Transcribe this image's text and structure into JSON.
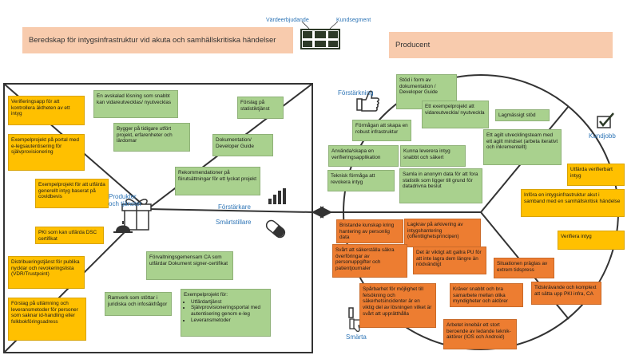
{
  "header": {
    "value_offer_label": "Värdeerbjudande",
    "customer_segment_label": "Kundsegment",
    "left_title": "Beredskap för intygsinfrastruktur vid akuta och samhällskritiska händelser",
    "right_title": "Producent"
  },
  "section_labels": {
    "products": "Produkter och tjänster",
    "gain_creators": "Förstärkare",
    "pain_relievers": "Smärtstillare",
    "gains": "Förstärkning",
    "pains": "Smärta",
    "customer_jobs": "Kundjobb"
  },
  "products_services": [
    "Verifieringsapp för att kontrollera äktheten av ett intyg",
    "Exempelprojekt på portal med e-legsautentisering för självprovisionering",
    "Exempelprojekt för att utfärda generellt intyg baserat på covidbevis",
    "PKI som kan utfärda DSC certifikat",
    "Distribueringstjänst för publika nycklar och revokeringslista (VDR/Trustpoint)",
    "Förslag på utlämning och leveransmetoder för personer som saknar id-handling eller folkbokföringsadress"
  ],
  "gain_creators": [
    "En avskalad lösning som snabbt kan vidareutvecklas/ nyutvecklas",
    "Förslag på statistiktjänst",
    "Bygger på tidigare utfört projekt, erfarenheter och lärdomar",
    "Dokumentation/ Developer Guide",
    "Rekommendationer på förutsättningar för ett lyckat projekt"
  ],
  "pain_relievers": {
    "ca_service": "Förvaltningsgemensam CA som utfärdar Dokument signer-certifikat",
    "framework": "Ramverk som stöttar i juridiska och infosäkfrågor",
    "example_title": "Exempelprojekt för:",
    "example_items": [
      "Utfärdartjänst",
      "Självprovisioneringsportal med autentisering genom e-leg",
      "Leveransmetoder"
    ]
  },
  "gains": [
    "Stöd i form av dokumentation / Developer Guide",
    "Förmågan att skapa en robust infrastruktur",
    "Ett exempelprojekt att vidareutveckla/ nyutveckla",
    "Lagmässigt stöd",
    "Ett agilt utvecklingsteam med ett agilt mindset (arbeta iterativt och inkrementellt)",
    "Använda/skapa en verifieringsapplikation",
    "Kunna leverera intyg snabbt och säkert",
    "Teknisk förmåga att revokera intyg",
    "Samla in anonym data för att fora statistik som ligger till grund för datadrivna beslut"
  ],
  "customer_jobs": [
    "Utfärda verifierbart intyg",
    "Införa en intygsinfrastruktur akut i samband med en samhällskritisk händelse",
    "Verifiera intyg"
  ],
  "pains": [
    "Bristande kunskap kring hantering av personlig data",
    "Lagkrav på arkivering av intygshantering (offentlighetsprincipen)",
    "Svårt att säkerställa säkra överföringar av personuppgifter och patientjournaler",
    "Det är viktigt att gallra PU för att inte lagra dem längre än nödvändigt",
    "Situationen präglas av extrem tidspress",
    "Spårbarhet för möjlighet till felsökning och säkerhetsincidenter är en viktig del av lösningen vilket är svårt att upprätthålla",
    "Kräver snabbt och bra samarbete mellan olika myndigheter och aktörer",
    "Tidskrävande och komplext att sätta upp PKI infra, CA",
    "Arbetet innebär ett stort beroende av ledande teknik-aktörer (IOS och Android)"
  ],
  "colors": {
    "gain_note": "#a9d18e",
    "product_note": "#ffc000",
    "pain_note": "#ed7d31",
    "title_bar": "#f8cbad",
    "label_blue": "#2e75b6"
  }
}
